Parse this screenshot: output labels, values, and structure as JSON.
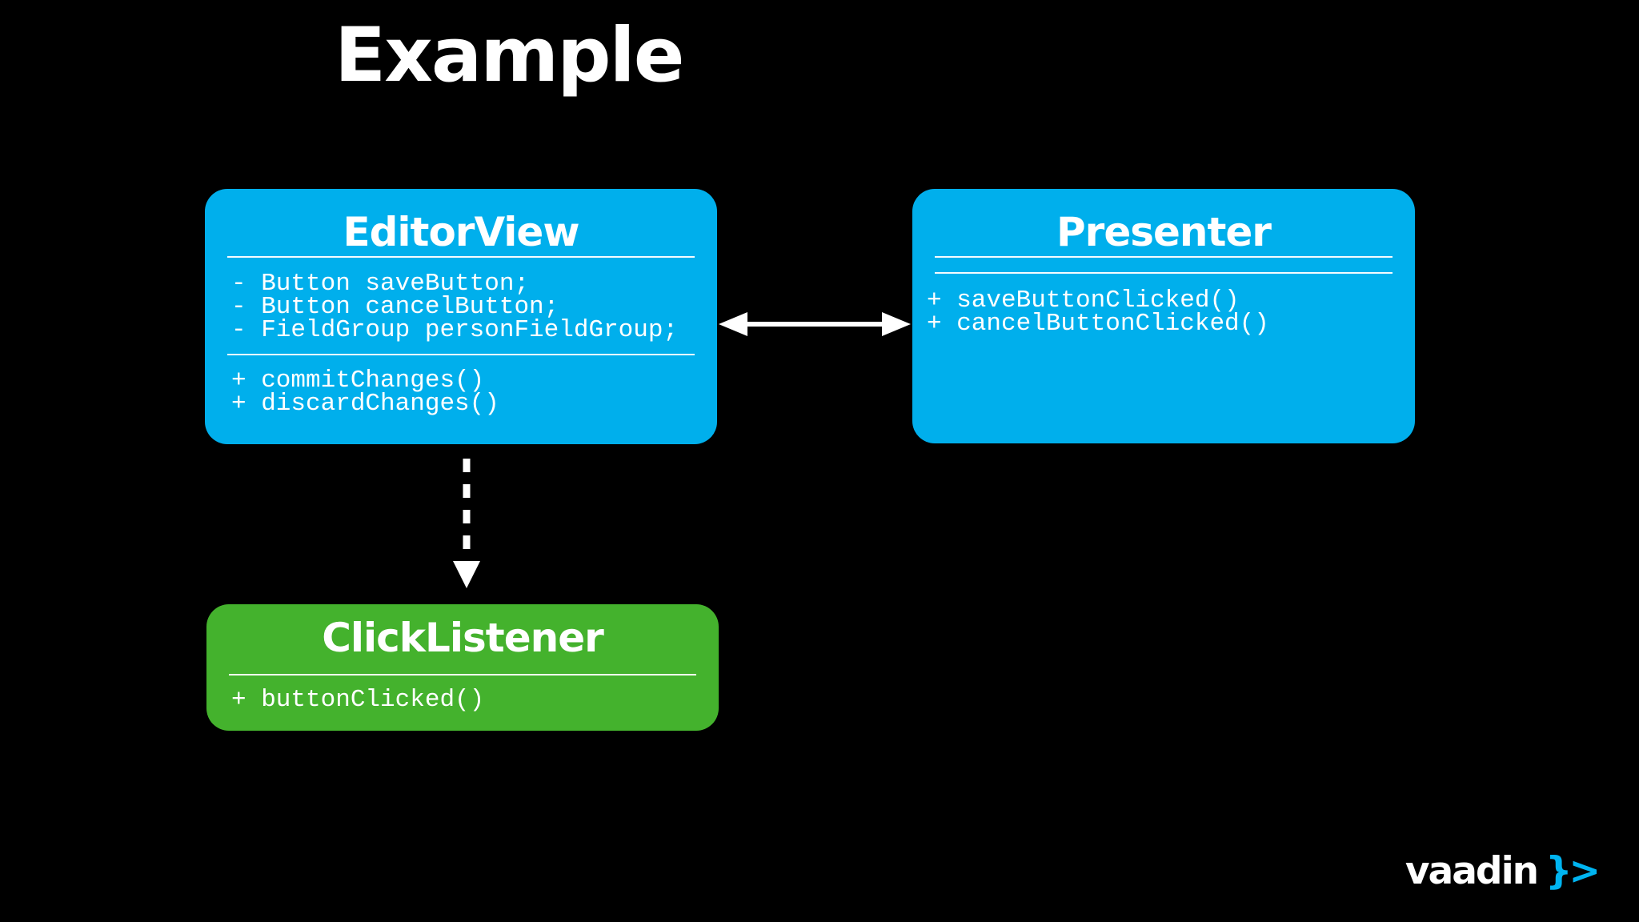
{
  "slide": {
    "title": "Example",
    "background_color": "#000000"
  },
  "diagram": {
    "classes": [
      {
        "id": "editor-view",
        "name": "EditorView",
        "fill_color": "#00afec",
        "fields": [
          "- Button saveButton;",
          "- Button cancelButton;",
          "- FieldGroup personFieldGroup;"
        ],
        "methods": [
          "+ commitChanges()",
          "+ discardChanges()"
        ]
      },
      {
        "id": "presenter",
        "name": "Presenter",
        "fill_color": "#00afec",
        "fields": [],
        "methods": [
          "+ saveButtonClicked()",
          "+ cancelButtonClicked()"
        ]
      },
      {
        "id": "click-listener",
        "name": "ClickListener",
        "fill_color": "#44b22d",
        "methods": [
          "+ buttonClicked()"
        ]
      }
    ],
    "relations": [
      {
        "type": "solid-double-arrow",
        "from": "EditorView",
        "to": "Presenter",
        "color": "#ffffff"
      },
      {
        "type": "dashed-arrow",
        "from": "EditorView",
        "to": "ClickListener",
        "color": "#ffffff"
      }
    ]
  },
  "branding": {
    "logo_text": "vaadin",
    "logo_symbol": "}>",
    "logo_text_color": "#ffffff",
    "logo_symbol_color": "#00b4f0"
  }
}
